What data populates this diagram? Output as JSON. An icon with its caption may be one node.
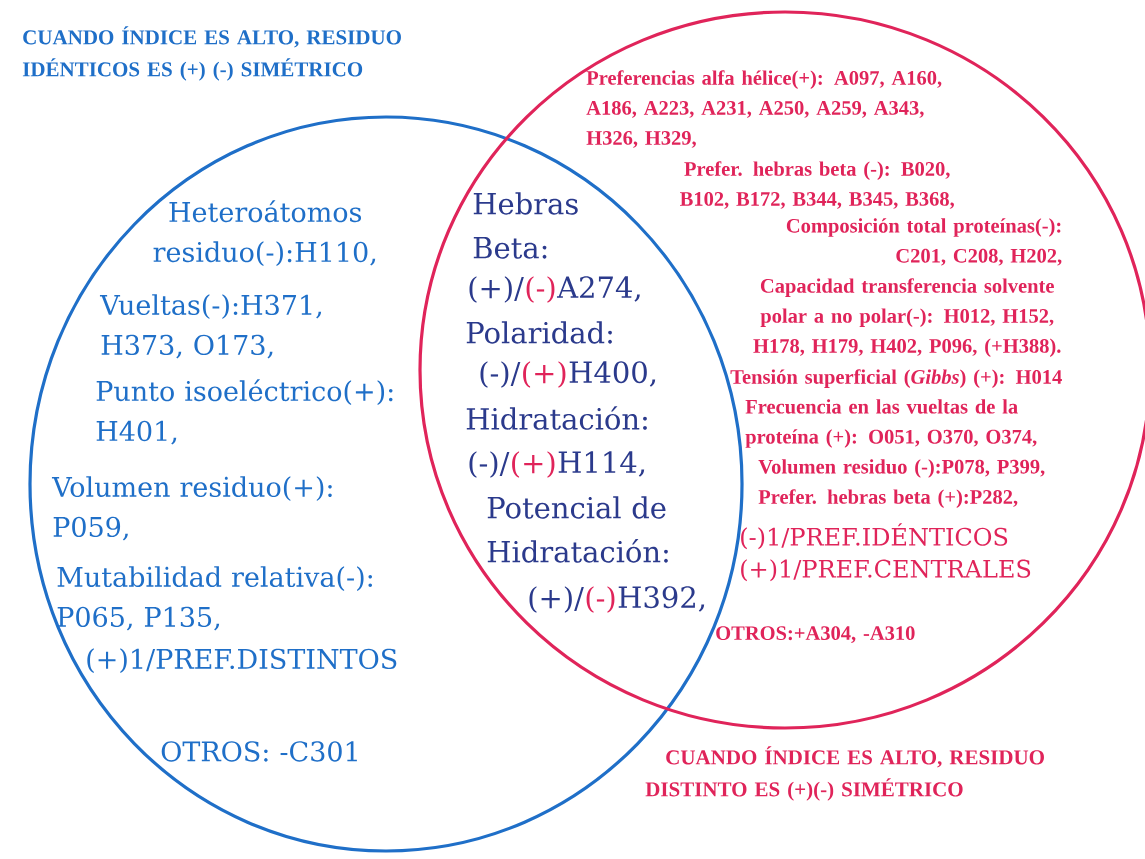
{
  "diagram": {
    "nodes": [
      {
        "text": [
          "Heteroátomos residuo(-):H110,",
          "Vueltas(-):H371, H373, O173,",
          "Punto isoeléctrico(+): H401,",
          "Volumen residuo(+): P059,",
          "Mutabilidad relativa(-): P065, P135,",
          "(+)1/PREF.DISTINTOS",
          "OTROS: -C301"
        ]
      },
      {
        "text": [
          "Preferencias alfa hélice(+): A097, A160, A186, A223, A231, A250, A259, A343, H326, H329,",
          "Prefer. hebras beta (-): B020, B102, B172, B344, B345, B368,",
          "Composición total proteínas(-): C201, C208, H202,",
          "Capacidad transferencia solvente polar a no polar(-): H012, H152, H178, H179, H402, P096, (+H388).",
          "Tensión superficial (*Gibbs*) (+): H014",
          "Frecuencia en las vueltas de la proteína (+): O051, O370, O374,",
          "Volumen residuo (-):P078, P399,",
          "Prefer. hebras beta (+):P282,",
          "(-)1/PREF.IDÉNTICOS",
          "(+)1/PREF.CENTRALES",
          "OTROS:+A304, -A310"
        ]
      }
    ],
    "labels": [
      "CUANDO ÍNDICE ES ALTO, RESIDUO IDÉNTICOS ES (+) (-) SIMÉTRICO",
      "Hebras Beta:",
      "(+)/",
      "(-)",
      "A274,",
      "Polaridad:",
      "(-)/",
      "(+)",
      "H400,",
      "Hidratación:",
      "(-)/",
      "(+)",
      "H114,",
      "Potencial de Hidratación:",
      "(+)/",
      "(-)",
      "H392,",
      "CUANDO ÍNDICE ES ALTO, RESIDUO DISTINTO ES (+)(-) SIMÉTRICO"
    ]
  }
}
